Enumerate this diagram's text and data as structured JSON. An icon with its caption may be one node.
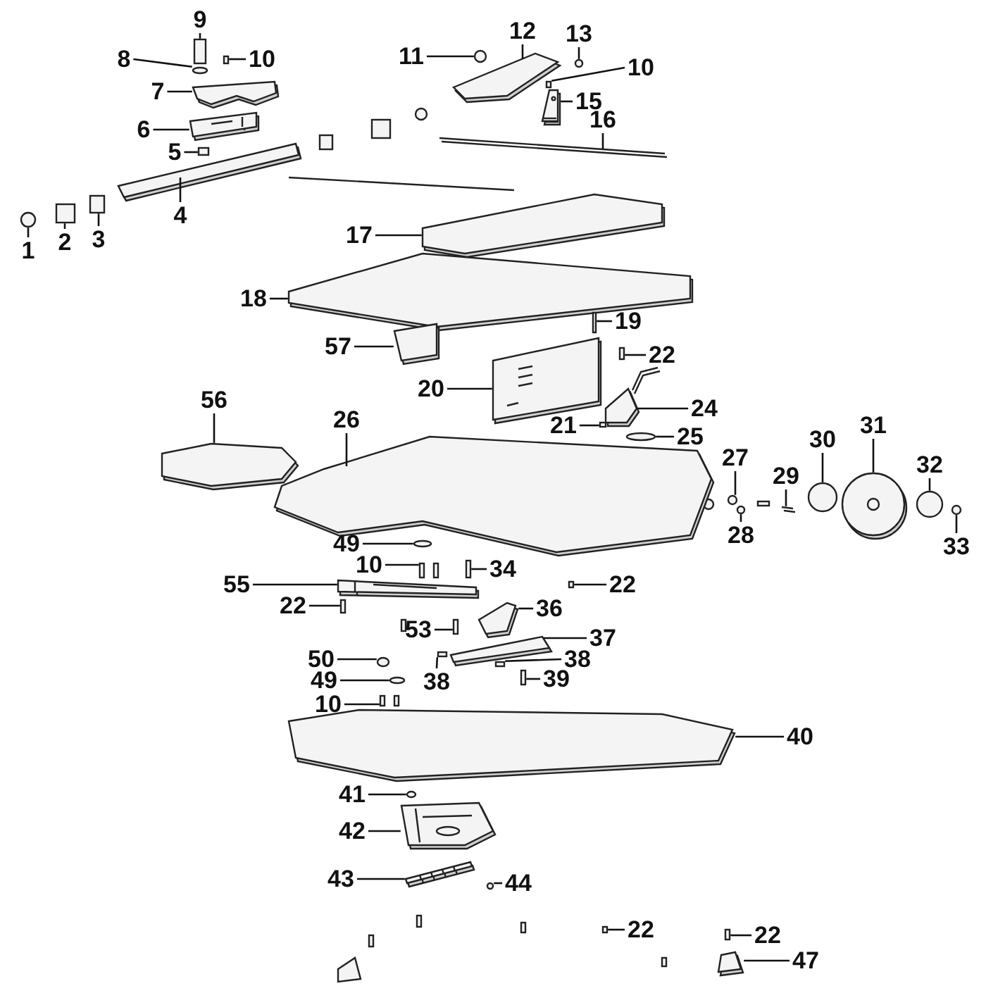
{
  "diagram": {
    "nodes": [
      {
        "text": [
          "9"
        ]
      },
      {
        "text": [
          "8"
        ]
      },
      {
        "text": [
          "10"
        ]
      },
      {
        "text": [
          "11"
        ]
      },
      {
        "text": [
          "12"
        ]
      },
      {
        "text": [
          "13"
        ]
      },
      {
        "text": [
          "10"
        ]
      },
      {
        "text": [
          "7"
        ]
      },
      {
        "text": [
          "15"
        ]
      },
      {
        "text": [
          "6"
        ]
      },
      {
        "text": [
          "16"
        ]
      },
      {
        "text": [
          "5"
        ]
      },
      {
        "text": [
          "4"
        ]
      },
      {
        "text": [
          "3"
        ]
      },
      {
        "text": [
          "1"
        ]
      },
      {
        "text": [
          "2"
        ]
      },
      {
        "text": [
          "17"
        ]
      },
      {
        "text": [
          "18"
        ]
      },
      {
        "text": [
          "19"
        ]
      },
      {
        "text": [
          "57"
        ]
      },
      {
        "text": [
          "22"
        ]
      },
      {
        "text": [
          "20"
        ]
      },
      {
        "text": [
          "24"
        ]
      },
      {
        "text": [
          "21"
        ]
      },
      {
        "text": [
          "25"
        ]
      },
      {
        "text": [
          "56"
        ]
      },
      {
        "text": [
          "26"
        ]
      },
      {
        "text": [
          "27"
        ]
      },
      {
        "text": [
          "30"
        ]
      },
      {
        "text": [
          "31"
        ]
      },
      {
        "text": [
          "29"
        ]
      },
      {
        "text": [
          "32"
        ]
      },
      {
        "text": [
          "28"
        ]
      },
      {
        "text": [
          "33"
        ]
      },
      {
        "text": [
          "49"
        ]
      },
      {
        "text": [
          "10"
        ]
      },
      {
        "text": [
          "34"
        ]
      },
      {
        "text": [
          "55"
        ]
      },
      {
        "text": [
          "22"
        ]
      },
      {
        "text": [
          "22"
        ]
      },
      {
        "text": [
          "36"
        ]
      },
      {
        "text": [
          "53"
        ]
      },
      {
        "text": [
          "37"
        ]
      },
      {
        "text": [
          "50"
        ]
      },
      {
        "text": [
          "38"
        ]
      },
      {
        "text": [
          "38"
        ]
      },
      {
        "text": [
          "49"
        ]
      },
      {
        "text": [
          "39"
        ]
      },
      {
        "text": [
          "10"
        ]
      },
      {
        "text": [
          "40"
        ]
      },
      {
        "text": [
          "41"
        ]
      },
      {
        "text": [
          "42"
        ]
      },
      {
        "text": [
          "43"
        ]
      },
      {
        "text": [
          "44"
        ]
      },
      {
        "text": [
          "22"
        ]
      },
      {
        "text": [
          "22"
        ]
      },
      {
        "text": [
          "47"
        ]
      },
      {
        "text": [],
        "shape": "box"
      },
      {
        "text": [],
        "shape": "circle"
      },
      {
        "text": [],
        "shape": "box"
      },
      {
        "text": [],
        "shape": "circle"
      },
      {
        "text": [],
        "shape": "picture"
      },
      {
        "text": [],
        "shape": "circle"
      },
      {
        "text": [],
        "shape": "box"
      },
      {
        "text": [],
        "shape": "picture"
      },
      {
        "text": [],
        "shape": "picture"
      },
      {
        "text": [],
        "shape": "picture"
      },
      {
        "text": [],
        "shape": "picture"
      },
      {
        "text": [],
        "shape": "box"
      },
      {
        "text": [],
        "shape": "picture"
      },
      {
        "text": [],
        "shape": "box"
      },
      {
        "text": [],
        "shape": "circle"
      },
      {
        "text": [],
        "shape": "box"
      },
      {
        "text": [],
        "shape": "picture"
      },
      {
        "text": [],
        "shape": "picture"
      },
      {
        "text": [],
        "shape": "box"
      },
      {
        "text": [],
        "shape": "picture"
      },
      {
        "text": [],
        "shape": "box"
      },
      {
        "text": [],
        "shape": "picture"
      },
      {
        "text": [],
        "shape": "picture"
      },
      {
        "text": [],
        "shape": "box"
      },
      {
        "text": [],
        "shape": "circle"
      },
      {
        "text": [],
        "shape": "picture"
      },
      {
        "text": [],
        "shape": "picture"
      },
      {
        "text": [],
        "shape": "circle"
      },
      {
        "text": [],
        "shape": "circle"
      },
      {
        "text": [],
        "shape": "picture"
      },
      {
        "text": [],
        "shape": "picture"
      },
      {
        "text": [],
        "shape": "circle"
      },
      {
        "text": [],
        "shape": "circle"
      },
      {
        "text": [],
        "shape": "circle"
      },
      {
        "text": [],
        "shape": "circle"
      },
      {
        "text": [],
        "shape": "box"
      },
      {
        "text": [],
        "shape": "box"
      },
      {
        "text": [],
        "shape": "picture"
      },
      {
        "text": [],
        "shape": "box"
      },
      {
        "text": [],
        "shape": "box"
      },
      {
        "text": [],
        "shape": "picture"
      },
      {
        "text": [],
        "shape": "box"
      },
      {
        "text": [],
        "shape": "picture"
      },
      {
        "text": [],
        "shape": "circle"
      },
      {
        "text": [],
        "shape": "box"
      },
      {
        "text": [],
        "shape": "box"
      },
      {
        "text": [],
        "shape": "circle"
      },
      {
        "text": [],
        "shape": "box"
      },
      {
        "text": [],
        "shape": "box"
      },
      {
        "text": [],
        "shape": "picture"
      },
      {
        "text": [],
        "shape": "circle"
      },
      {
        "text": [],
        "shape": "picture"
      },
      {
        "text": [],
        "shape": "picture"
      },
      {
        "text": [],
        "shape": "circle"
      },
      {
        "text": [],
        "shape": "box"
      },
      {
        "text": [],
        "shape": "box"
      },
      {
        "text": [],
        "shape": "picture"
      }
    ],
    "edges": [
      {
        "from": 0,
        "to": 57,
        "arrow": "none"
      },
      {
        "from": 1,
        "to": 58,
        "arrow": "none"
      },
      {
        "from": 2,
        "to": 59,
        "arrow": "none"
      },
      {
        "from": 3,
        "to": 60,
        "arrow": "none"
      },
      {
        "from": 4,
        "to": 61,
        "arrow": "none"
      },
      {
        "from": 5,
        "to": 62,
        "arrow": "none"
      },
      {
        "from": 6,
        "to": 63,
        "arrow": "none"
      },
      {
        "from": 7,
        "to": 64,
        "arrow": "none"
      },
      {
        "from": 8,
        "to": 65,
        "arrow": "none"
      },
      {
        "from": 9,
        "to": 66,
        "arrow": "none"
      },
      {
        "from": 10,
        "to": 67,
        "arrow": "none"
      },
      {
        "from": 11,
        "to": 68,
        "arrow": "none"
      },
      {
        "from": 12,
        "to": 69,
        "arrow": "none"
      },
      {
        "from": 13,
        "to": 70,
        "arrow": "none"
      },
      {
        "from": 14,
        "to": 71,
        "arrow": "none"
      },
      {
        "from": 15,
        "to": 72,
        "arrow": "none"
      },
      {
        "from": 16,
        "to": 73,
        "arrow": "none"
      },
      {
        "from": 17,
        "to": 74,
        "arrow": "none"
      },
      {
        "from": 18,
        "to": 75,
        "arrow": "none"
      },
      {
        "from": 19,
        "to": 76,
        "arrow": "none"
      },
      {
        "from": 20,
        "to": 77,
        "arrow": "none"
      },
      {
        "from": 21,
        "to": 78,
        "arrow": "none"
      },
      {
        "from": 22,
        "to": 79,
        "arrow": "none"
      },
      {
        "from": 23,
        "to": 80,
        "arrow": "none"
      },
      {
        "from": 24,
        "to": 81,
        "arrow": "none"
      },
      {
        "from": 25,
        "to": 82,
        "arrow": "none"
      },
      {
        "from": 26,
        "to": 83,
        "arrow": "none"
      },
      {
        "from": 27,
        "to": 84,
        "arrow": "none"
      },
      {
        "from": 28,
        "to": 85,
        "arrow": "none"
      },
      {
        "from": 29,
        "to": 86,
        "arrow": "none"
      },
      {
        "from": 30,
        "to": 87,
        "arrow": "none"
      },
      {
        "from": 31,
        "to": 88,
        "arrow": "none"
      },
      {
        "from": 32,
        "to": 89,
        "arrow": "none"
      },
      {
        "from": 33,
        "to": 90,
        "arrow": "none"
      },
      {
        "from": 34,
        "to": 91,
        "arrow": "none"
      },
      {
        "from": 35,
        "to": 92,
        "arrow": "none"
      },
      {
        "from": 36,
        "to": 93,
        "arrow": "none"
      },
      {
        "from": 37,
        "to": 94,
        "arrow": "none"
      },
      {
        "from": 38,
        "to": 95,
        "arrow": "none"
      },
      {
        "from": 39,
        "to": 96,
        "arrow": "none"
      },
      {
        "from": 40,
        "to": 97,
        "arrow": "none"
      },
      {
        "from": 41,
        "to": 98,
        "arrow": "none"
      },
      {
        "from": 42,
        "to": 99,
        "arrow": "none"
      },
      {
        "from": 43,
        "to": 100,
        "arrow": "none"
      },
      {
        "from": 44,
        "to": 101,
        "arrow": "none"
      },
      {
        "from": 45,
        "to": 102,
        "arrow": "none"
      },
      {
        "from": 46,
        "to": 103,
        "arrow": "none"
      },
      {
        "from": 47,
        "to": 104,
        "arrow": "none"
      },
      {
        "from": 48,
        "to": 105,
        "arrow": "none"
      },
      {
        "from": 49,
        "to": 106,
        "arrow": "none"
      },
      {
        "from": 50,
        "to": 107,
        "arrow": "none"
      },
      {
        "from": 51,
        "to": 108,
        "arrow": "none"
      },
      {
        "from": 52,
        "to": 109,
        "arrow": "none"
      },
      {
        "from": 53,
        "to": 110,
        "arrow": "none"
      },
      {
        "from": 54,
        "to": 111,
        "arrow": "none"
      },
      {
        "from": 55,
        "to": 112,
        "arrow": "none"
      },
      {
        "from": 56,
        "to": 113,
        "arrow": "none"
      }
    ]
  }
}
